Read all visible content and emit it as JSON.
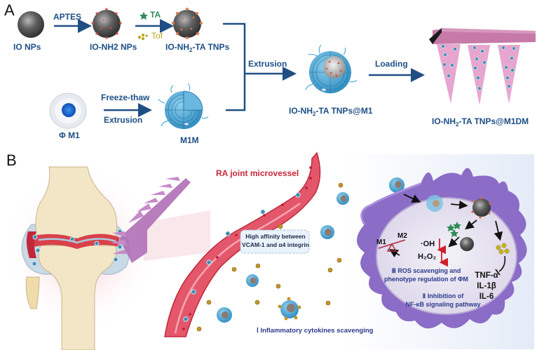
{
  "panel_a": {
    "letter": "A",
    "nodes": {
      "io_nps": "IO NPs",
      "io_nh2_nps": "IO-NH2 NPs",
      "io_nh2_ta_tnps": {
        "pre": "IO-NH",
        "sub": "2",
        "post": "-TA TNPs"
      },
      "phi_m1": "Φ M1",
      "m1m": "M1M",
      "io_nh2_ta_tnps_m1": {
        "pre": "IO-NH",
        "sub": "2",
        "post": "-TA TNPs@M1"
      },
      "io_nh2_ta_tnps_m1dm": {
        "pre": "IO-NH",
        "sub": "2",
        "post": "-TA TNPs@M1DM"
      }
    },
    "steps": {
      "aptes": "APTES",
      "ta": "TA",
      "tof": "Tof",
      "freeze_thaw": "Freeze-thaw",
      "extrusion_1": "Extrusion",
      "extrusion_2": "Extrusion",
      "loading": "Loading"
    }
  },
  "panel_b": {
    "letter": "B",
    "vessel_label": "RA joint microvessel",
    "affinity_box": {
      "line1": "High affinity between",
      "line2": "VCAM-1 and α4 integrin"
    },
    "mechanism_1": "Ⅰ Inflammatory cytokines scavenging",
    "mechanism_2": {
      "line1": "Ⅱ Inhibition of",
      "line2": "NF-κB signaling pathway"
    },
    "mechanism_3": {
      "line1": "Ⅲ ROS scavenging and",
      "line2": "phenotype regulation of ΦM"
    },
    "ros": {
      "oh": "·OH",
      "h2o2": "H₂O₂"
    },
    "balance": {
      "left": "M1",
      "right": "M2"
    },
    "cytokines": [
      "TNF-α",
      "IL-1β",
      "IL-6"
    ]
  },
  "colors": {
    "label_blue": "#1d4f86",
    "arrow_blue": "#1f4e85",
    "mechanism_navy": "#2b3a8c",
    "vessel_red": "#d9414a",
    "cell_purple": "#8b6cc7",
    "down_arrow_red": "#d0202a",
    "ta_green": "#2e8b57",
    "tof_yellow": "#b8a21a"
  }
}
